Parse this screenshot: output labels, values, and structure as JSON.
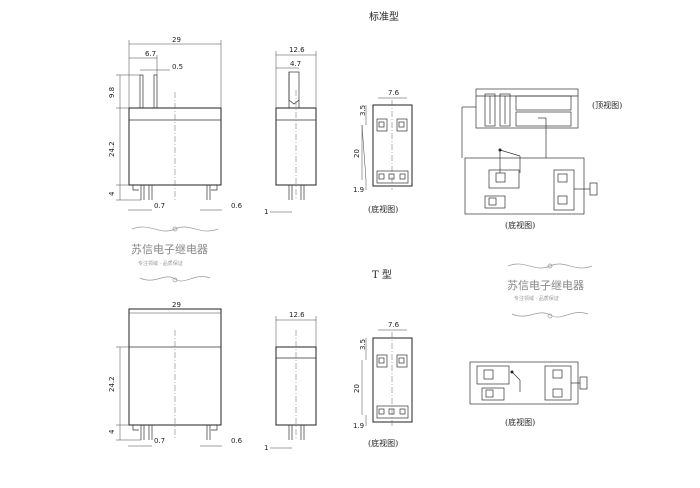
{
  "section_titles": {
    "standard": "标准型",
    "t_type": "T 型"
  },
  "captions": {
    "top_view": "(顶视图)",
    "bottom_view": "(底视图)"
  },
  "dims_standard": {
    "width": "29",
    "pin_offset": "6.7",
    "pin_width": "0.5",
    "pin_height": "9.8",
    "body_height": "24.2",
    "standoff": "4",
    "pin_thick_left": "0.7",
    "pin_thick_right": "0.6",
    "side_width": "12.6",
    "side_offset": "4.7",
    "side_pin": "1",
    "bottom_spacing": "7.6",
    "bottom_top": "3.5",
    "bottom_len": "20",
    "bottom_edge": "1.9"
  },
  "dims_t": {
    "width": "29",
    "body_height": "24.2",
    "standoff": "4",
    "pin_thick_left": "0.7",
    "pin_thick_right": "0.6",
    "side_width": "12.6",
    "side_pin": "1",
    "bottom_spacing": "7.6",
    "bottom_top": "3.5",
    "bottom_len": "20",
    "bottom_edge": "1.9"
  },
  "watermark": {
    "name": "苏信电子继电器",
    "tagline": "专注领域 · 品质保证"
  }
}
